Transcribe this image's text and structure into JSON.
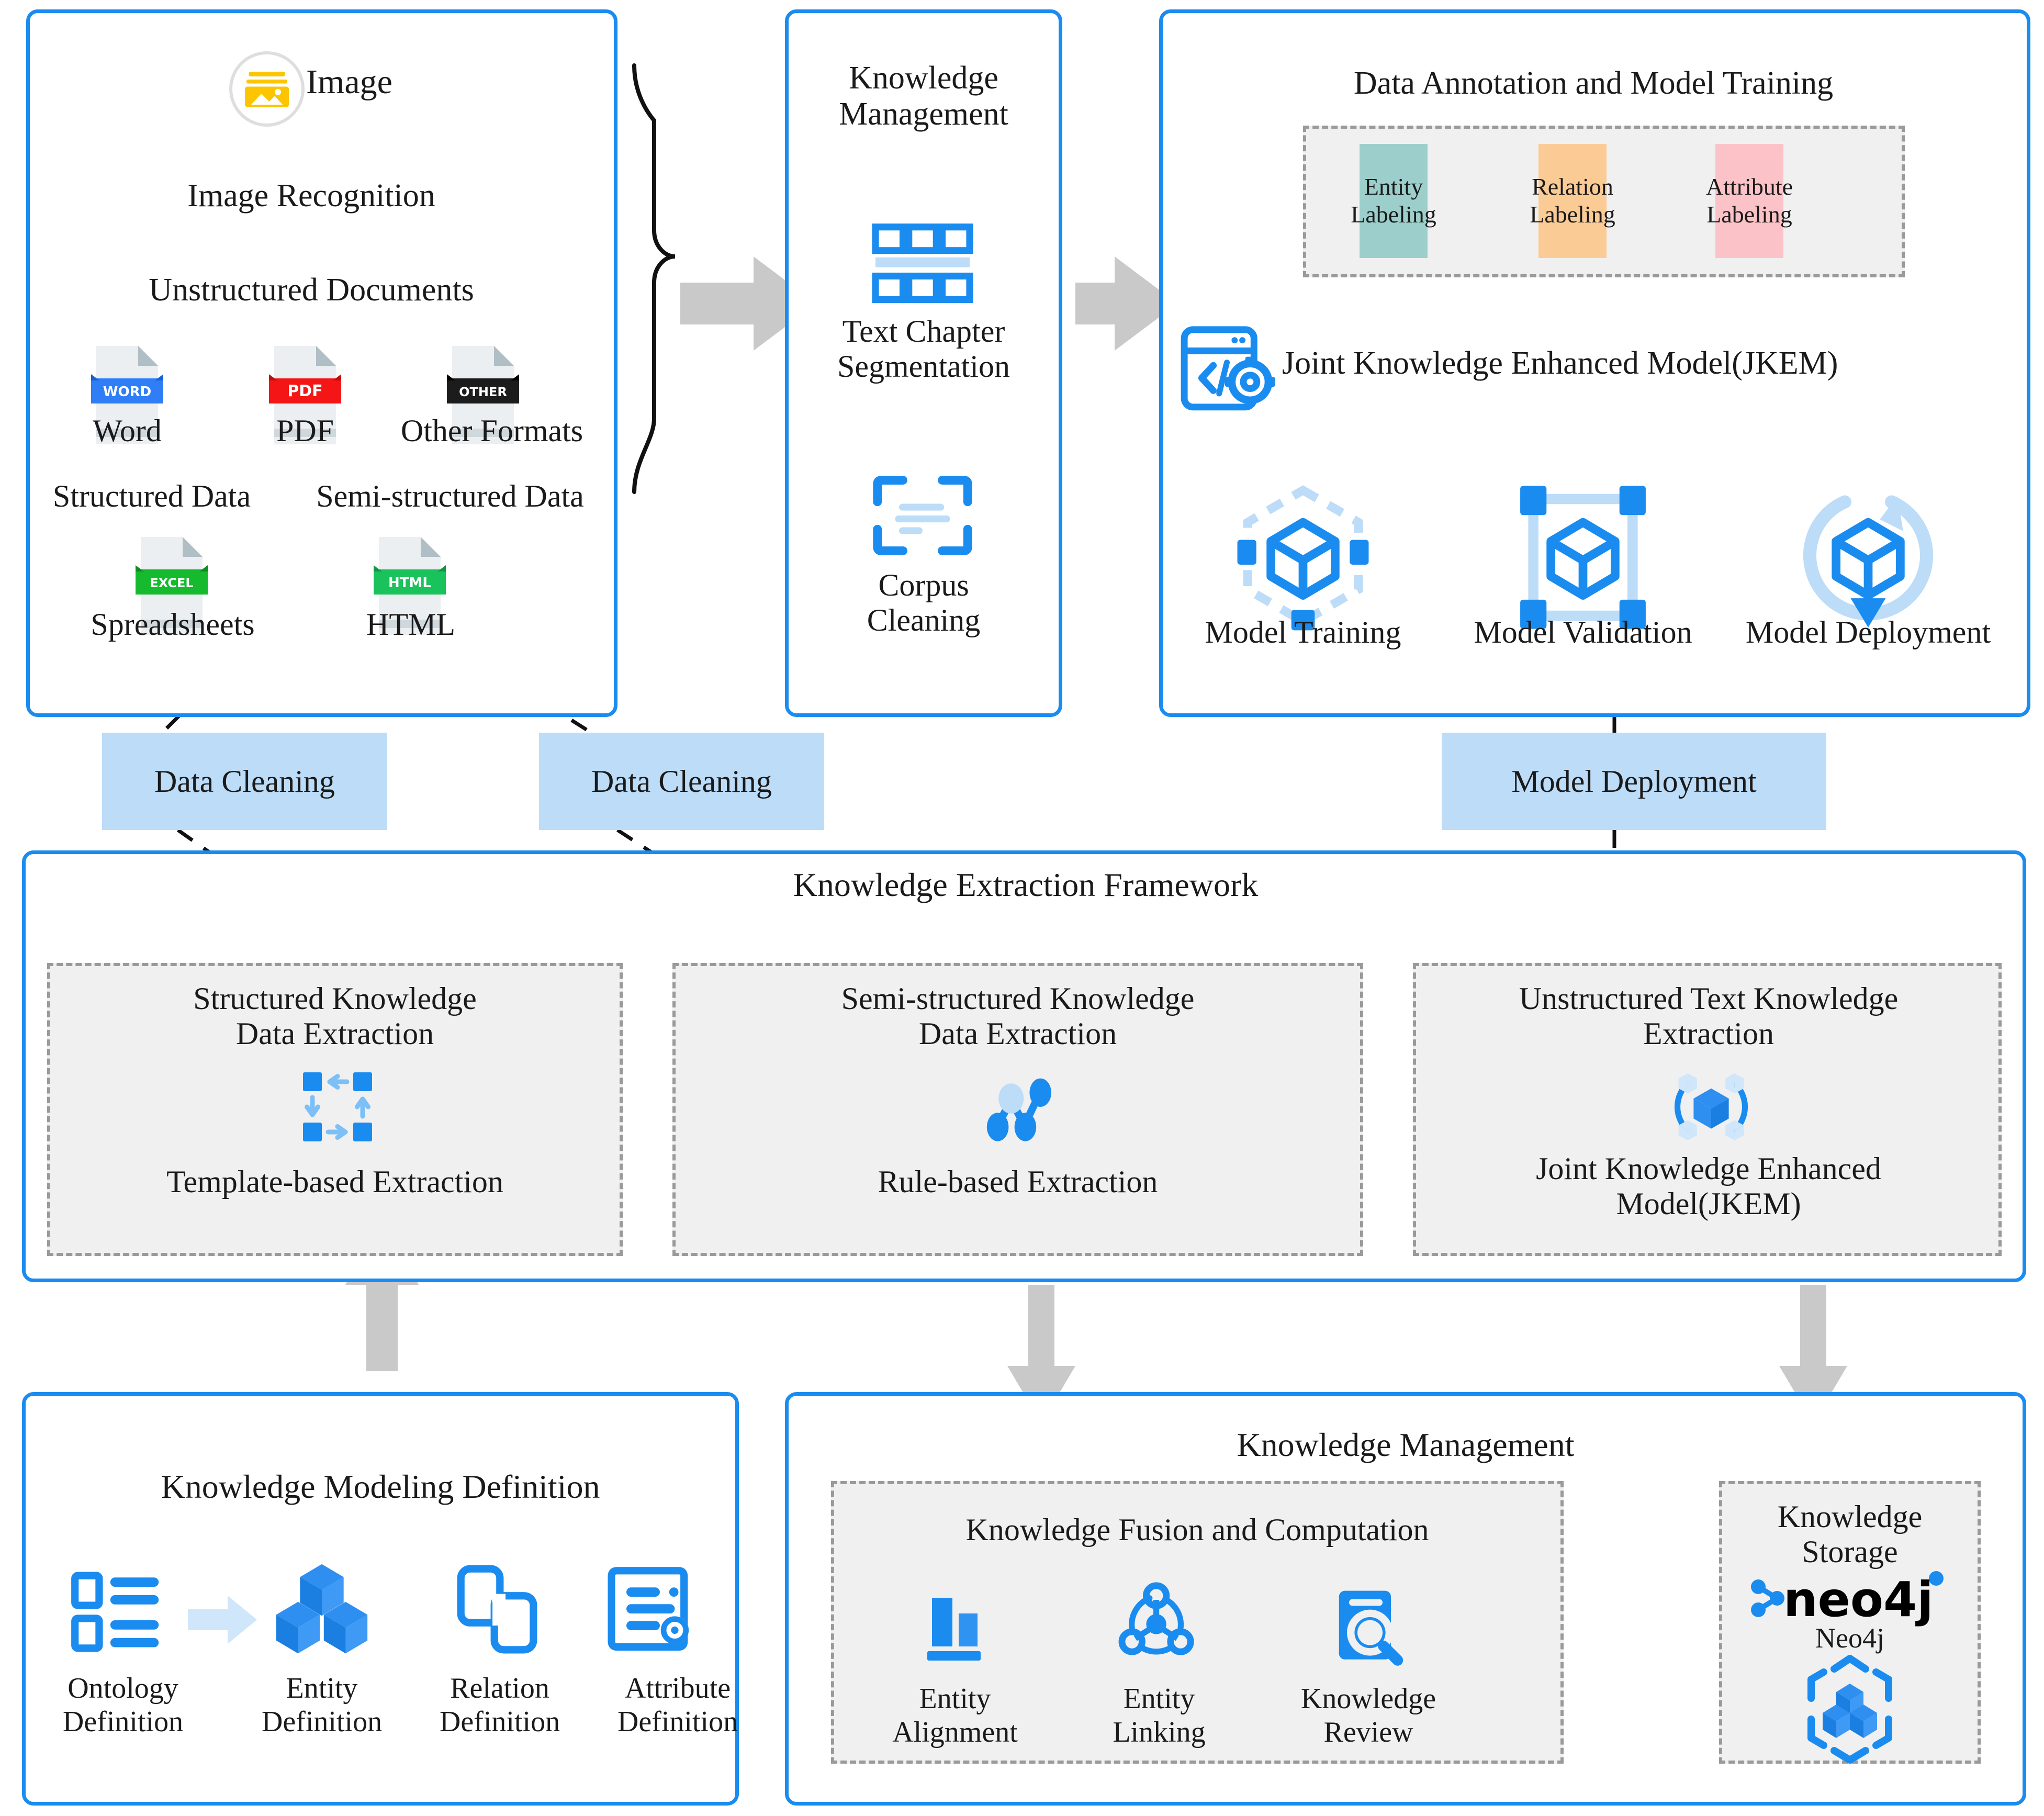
{
  "accent_blue": "#1a8cf0",
  "light_blue_fill": "#bcdcf8",
  "panel_grey_fill": "#f0f0f0",
  "arrow_grey": "#c9c9c9",
  "source_panel": {
    "image_label": "Image",
    "image_recognition_label": "Image Recognition",
    "unstructured_documents_label": "Unstructured Documents",
    "doc_formats": [
      {
        "icon": "word-file-icon",
        "label": "Word",
        "badge": "WORD",
        "color": "#2f7ef5"
      },
      {
        "icon": "pdf-file-icon",
        "label": "PDF",
        "badge": "PDF",
        "color": "#f41616"
      },
      {
        "icon": "other-file-icon",
        "label": "Other Formats",
        "badge": "OTHER",
        "color": "#1c1c1c"
      }
    ],
    "structured_data_label": "Structured Data",
    "semi_structured_data_label": "Semi-structured Data",
    "data_formats": [
      {
        "icon": "excel-file-icon",
        "label": "Spreadsheets",
        "badge": "EXCEL",
        "color": "#15ba2e"
      },
      {
        "icon": "html-file-icon",
        "label": "HTML",
        "badge": "HTML",
        "color": "#19c25a"
      }
    ]
  },
  "knowledge_management_panel": {
    "title": "Knowledge\nManagement",
    "items": [
      {
        "icon": "text-chapter-segmentation-icon",
        "label": "Text Chapter\nSegmentation"
      },
      {
        "icon": "corpus-cleaning-icon",
        "label": "Corpus\nCleaning"
      }
    ]
  },
  "annotation_panel": {
    "title": "Data Annotation and Model Training",
    "labeling_boxes": [
      {
        "label": "Entity\nLabeling",
        "color": "#9ccfcb"
      },
      {
        "label": "Relation\nLabeling",
        "color": "#fbcb96"
      },
      {
        "label": "Attribute\nLabeling",
        "color": "#fbc3c7"
      }
    ],
    "jkem_label": "Joint Knowledge Enhanced Model(JKEM)",
    "jkem_icon": "code-gear-icon",
    "model_stages": [
      {
        "icon": "model-training-icon",
        "label": "Model Training"
      },
      {
        "icon": "model-validation-icon",
        "label": "Model Validation"
      },
      {
        "icon": "model-deployment-icon",
        "label": "Model Deployment"
      }
    ]
  },
  "connector_labels": {
    "data_cleaning_1": "Data Cleaning",
    "data_cleaning_2": "Data Cleaning",
    "model_deployment": "Model Deployment"
  },
  "extraction_framework": {
    "title": "Knowledge Extraction Framework",
    "cards": [
      {
        "title": "Structured Knowledge\nData Extraction",
        "icon": "template-extraction-icon",
        "method": "Template-based Extraction"
      },
      {
        "title": "Semi-structured Knowledge\nData Extraction",
        "icon": "rule-extraction-graph-icon",
        "method": "Rule-based Extraction"
      },
      {
        "title": "Unstructured Text Knowledge\nExtraction",
        "icon": "jkem-cube-icon",
        "method": "Joint Knowledge Enhanced\nModel(JKEM)"
      }
    ]
  },
  "modeling_panel": {
    "title": "Knowledge Modeling Definition",
    "items": [
      {
        "icon": "ontology-list-icon",
        "label": "Ontology\nDefinition"
      },
      {
        "icon": "entity-cubes-icon",
        "label": "Entity\nDefinition"
      },
      {
        "icon": "relation-link-icon",
        "label": "Relation\nDefinition"
      },
      {
        "icon": "attribute-doc-icon",
        "label": "Attribute\nDefinition"
      }
    ]
  },
  "management_panel": {
    "title": "Knowledge Management",
    "fusion": {
      "title": "Knowledge Fusion and Computation",
      "items": [
        {
          "icon": "entity-alignment-bars-icon",
          "label": "Entity\nAlignment"
        },
        {
          "icon": "entity-linking-nodes-icon",
          "label": "Entity\nLinking"
        },
        {
          "icon": "knowledge-review-search-icon",
          "label": "Knowledge\nReview"
        }
      ]
    },
    "storage": {
      "title": "Knowledge\nStorage",
      "logo_wordmark": "neo4j",
      "logo_caption": "Neo4j",
      "icon": "storage-cube-icon"
    }
  }
}
